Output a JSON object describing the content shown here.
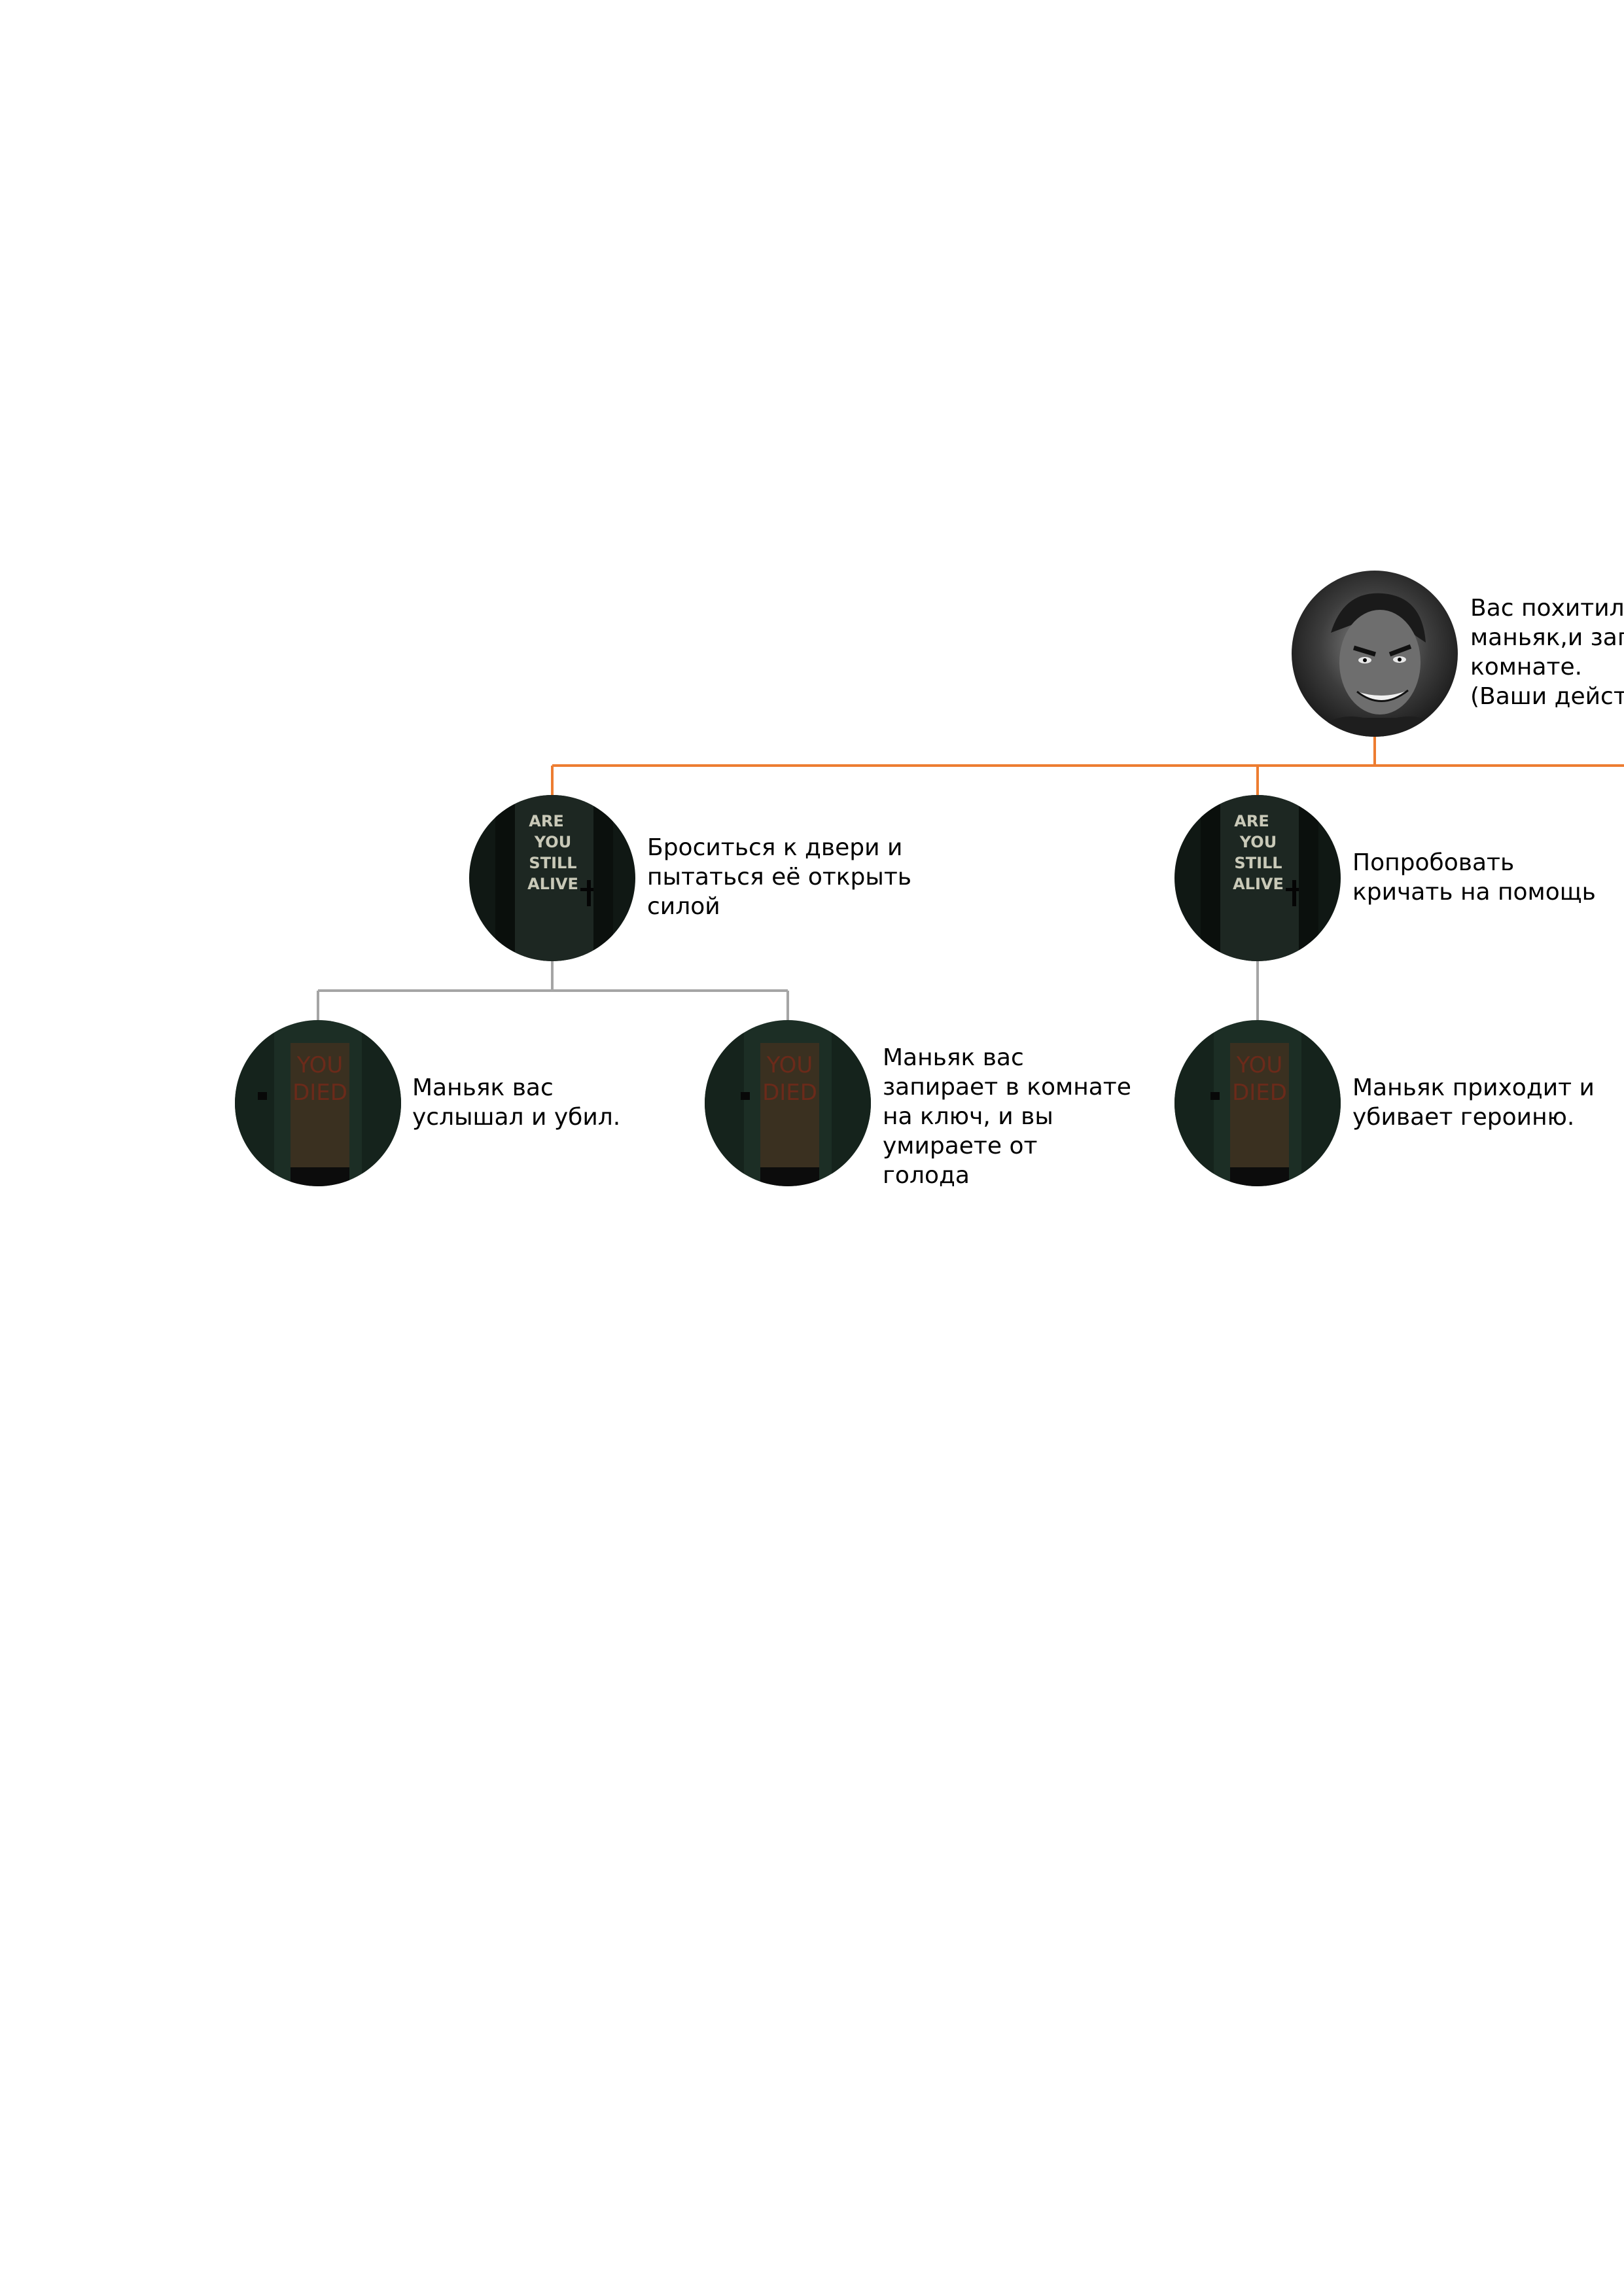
{
  "colors": {
    "primary_connector": "#ED7D31",
    "secondary_connector": "#A5A5A5",
    "maniac_bg": "#3a3a3a",
    "door_bg": "#17201c",
    "died_bg": "#1f3329",
    "died_text": "#5a2418"
  },
  "root": {
    "icon": "maniac-face-image",
    "text": "Вас похитил\nманьяк,и запе\nкомнате.\n(Ваши действ"
  },
  "level1": [
    {
      "icon": "are-you-still-alive-door-image",
      "image_text": [
        "ARE",
        "YOU",
        "STILL",
        "ALIVE"
      ],
      "text": "Броситься к двери и\nпытаться её открыть\nсилой"
    },
    {
      "icon": "are-you-still-alive-door-image",
      "image_text": [
        "ARE",
        "YOU",
        "STILL",
        "ALIVE"
      ],
      "text": "Попробовать\nкричать на помощь"
    }
  ],
  "level2": [
    {
      "icon": "you-died-door-image",
      "image_text": [
        "YOU",
        "DIED"
      ],
      "text": "Маньяк вас\nуслышал и убил."
    },
    {
      "icon": "you-died-door-image",
      "image_text": [
        "YOU",
        "DIED"
      ],
      "text": "Маньяк вас\nзапирает в комнате\nна ключ, и вы\nумираете от голода"
    },
    {
      "icon": "you-died-door-image",
      "image_text": [
        "YOU",
        "DIED"
      ],
      "text": "Маньяк приходит и\nубивает героиню."
    }
  ]
}
